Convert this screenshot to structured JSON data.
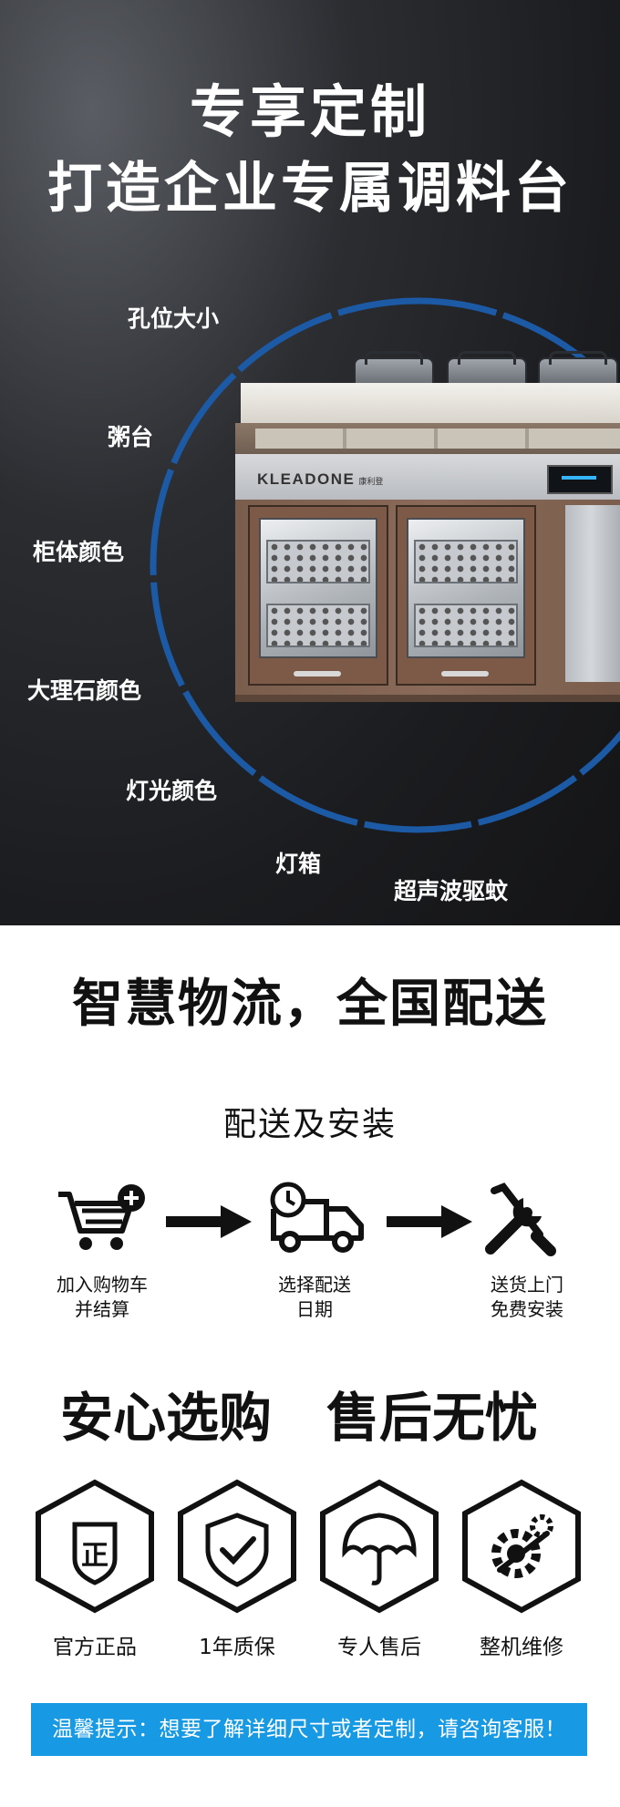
{
  "hero": {
    "title_line1": "专享定制",
    "title_line2": "打造企业专属调料台",
    "options": [
      "孔位大小",
      "粥台",
      "柜体颜色",
      "大理石颜色",
      "灯光颜色",
      "灯箱",
      "超声波驱蚊"
    ],
    "brand": "KLEADONE",
    "brand_sub": "康利登",
    "ring_color": "#1d5aa6"
  },
  "delivery": {
    "title": "智慧物流，全国配送",
    "subtitle": "配送及安装",
    "steps": [
      {
        "line1": "加入购物车",
        "line2": "并结算",
        "icon": "cart-plus-icon"
      },
      {
        "line1": "选择配送",
        "line2": "日期",
        "icon": "delivery-truck-clock-icon"
      },
      {
        "line1": "送货上门",
        "line2": "免费安装",
        "icon": "tools-icon"
      }
    ]
  },
  "assurance": {
    "title_left": "安心选购",
    "title_right": "售后无忧",
    "items": [
      {
        "label": "官方正品",
        "icon": "genuine-badge-icon",
        "glyph": "正"
      },
      {
        "label": "1年质保",
        "icon": "shield-check-icon"
      },
      {
        "label": "专人售后",
        "icon": "umbrella-icon"
      },
      {
        "label": "整机维修",
        "icon": "gear-wrench-icon"
      }
    ]
  },
  "banner": {
    "text": "温馨提示：想要了解详细尺寸或者定制，请咨询客服！",
    "color": "#1799e4"
  }
}
